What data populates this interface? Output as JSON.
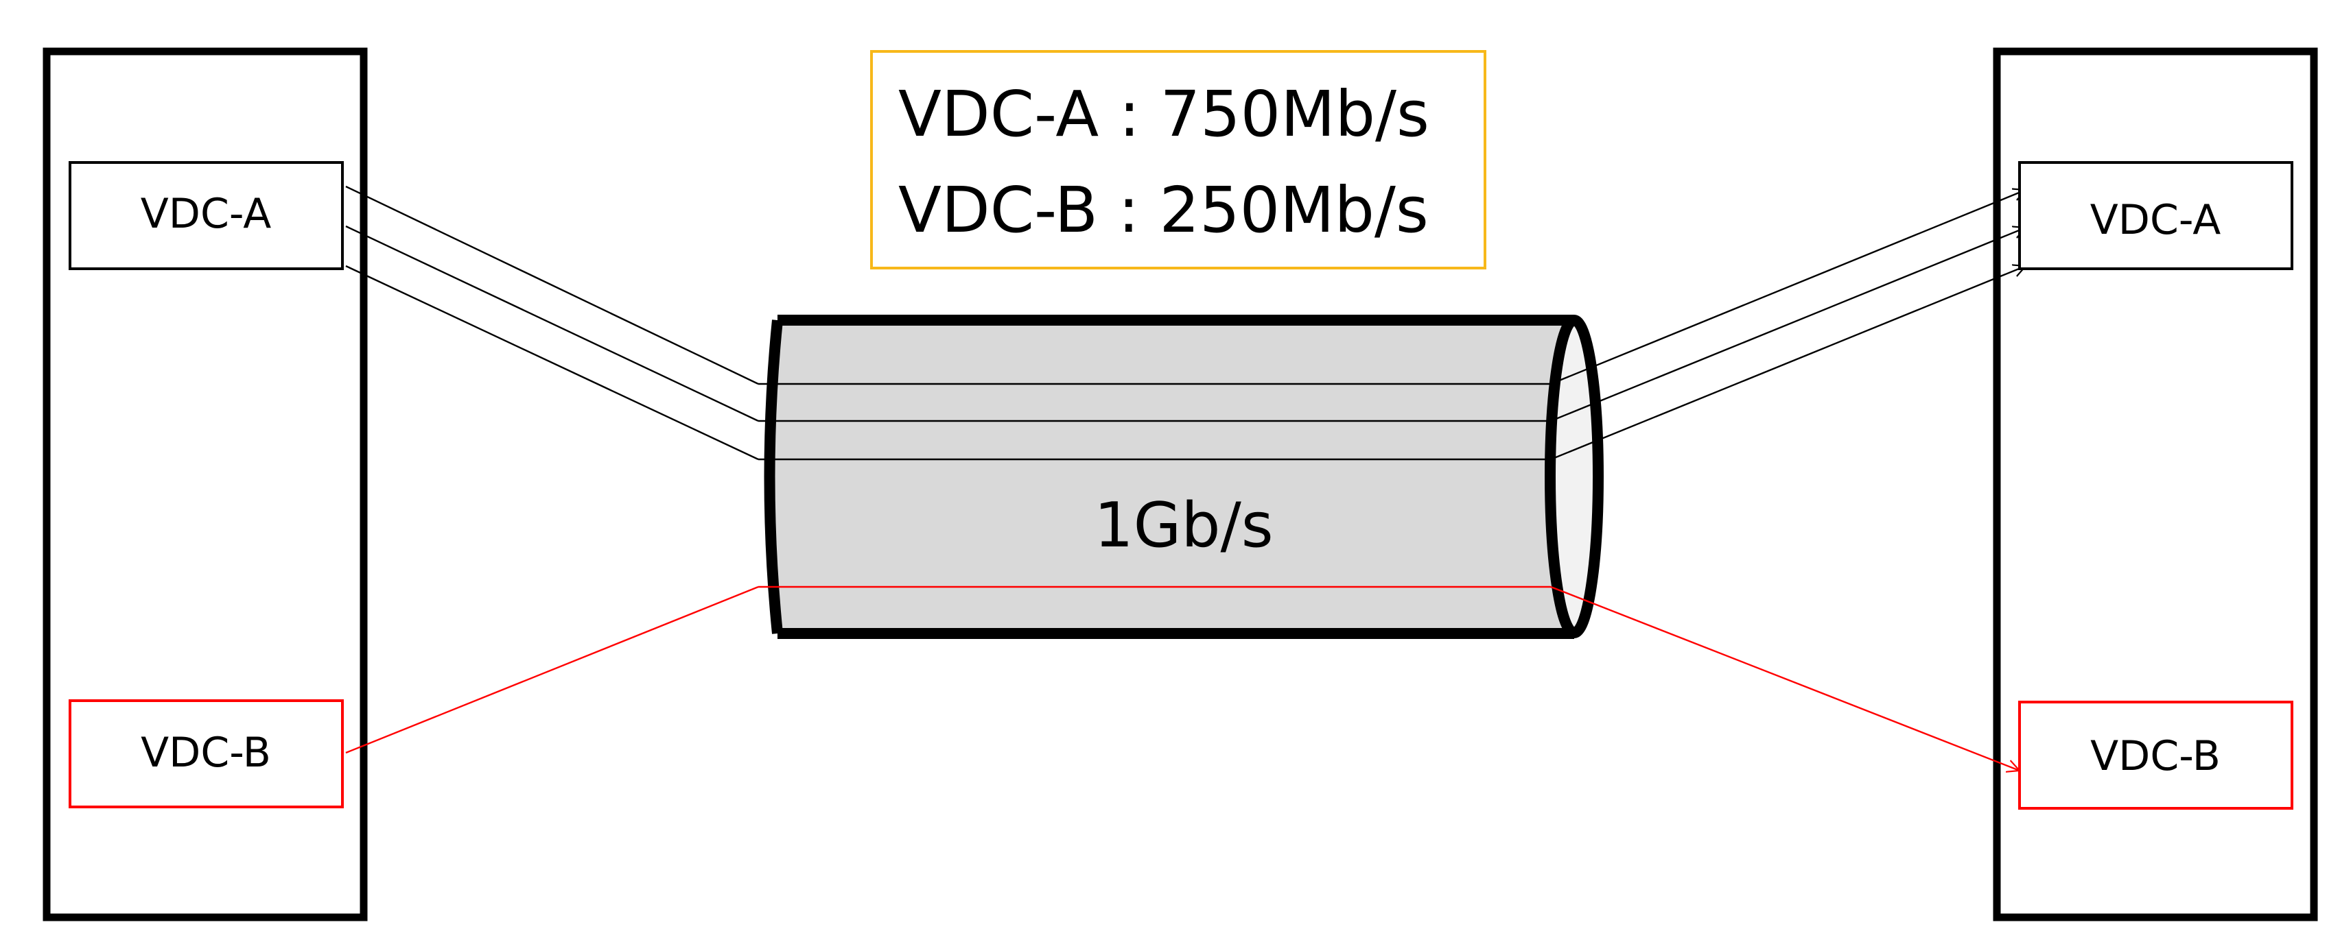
{
  "left_switch": {
    "vdc_a_label": "VDC-A",
    "vdc_b_label": "VDC-B"
  },
  "right_switch": {
    "vdc_a_label": "VDC-A",
    "vdc_b_label": "VDC-B"
  },
  "link": {
    "bandwidth_label": "1Gb/s"
  },
  "allocation": {
    "vdc_a": "VDC-A : 750Mb/s",
    "vdc_b": "VDC-B : 250Mb/s"
  },
  "colors": {
    "vdc_a": "#000000",
    "vdc_b": "#ff0000",
    "allocation_border": "#f7b81a",
    "cable_fill": "#d9d9d9",
    "cable_end_fill": "#f2f2f2"
  }
}
